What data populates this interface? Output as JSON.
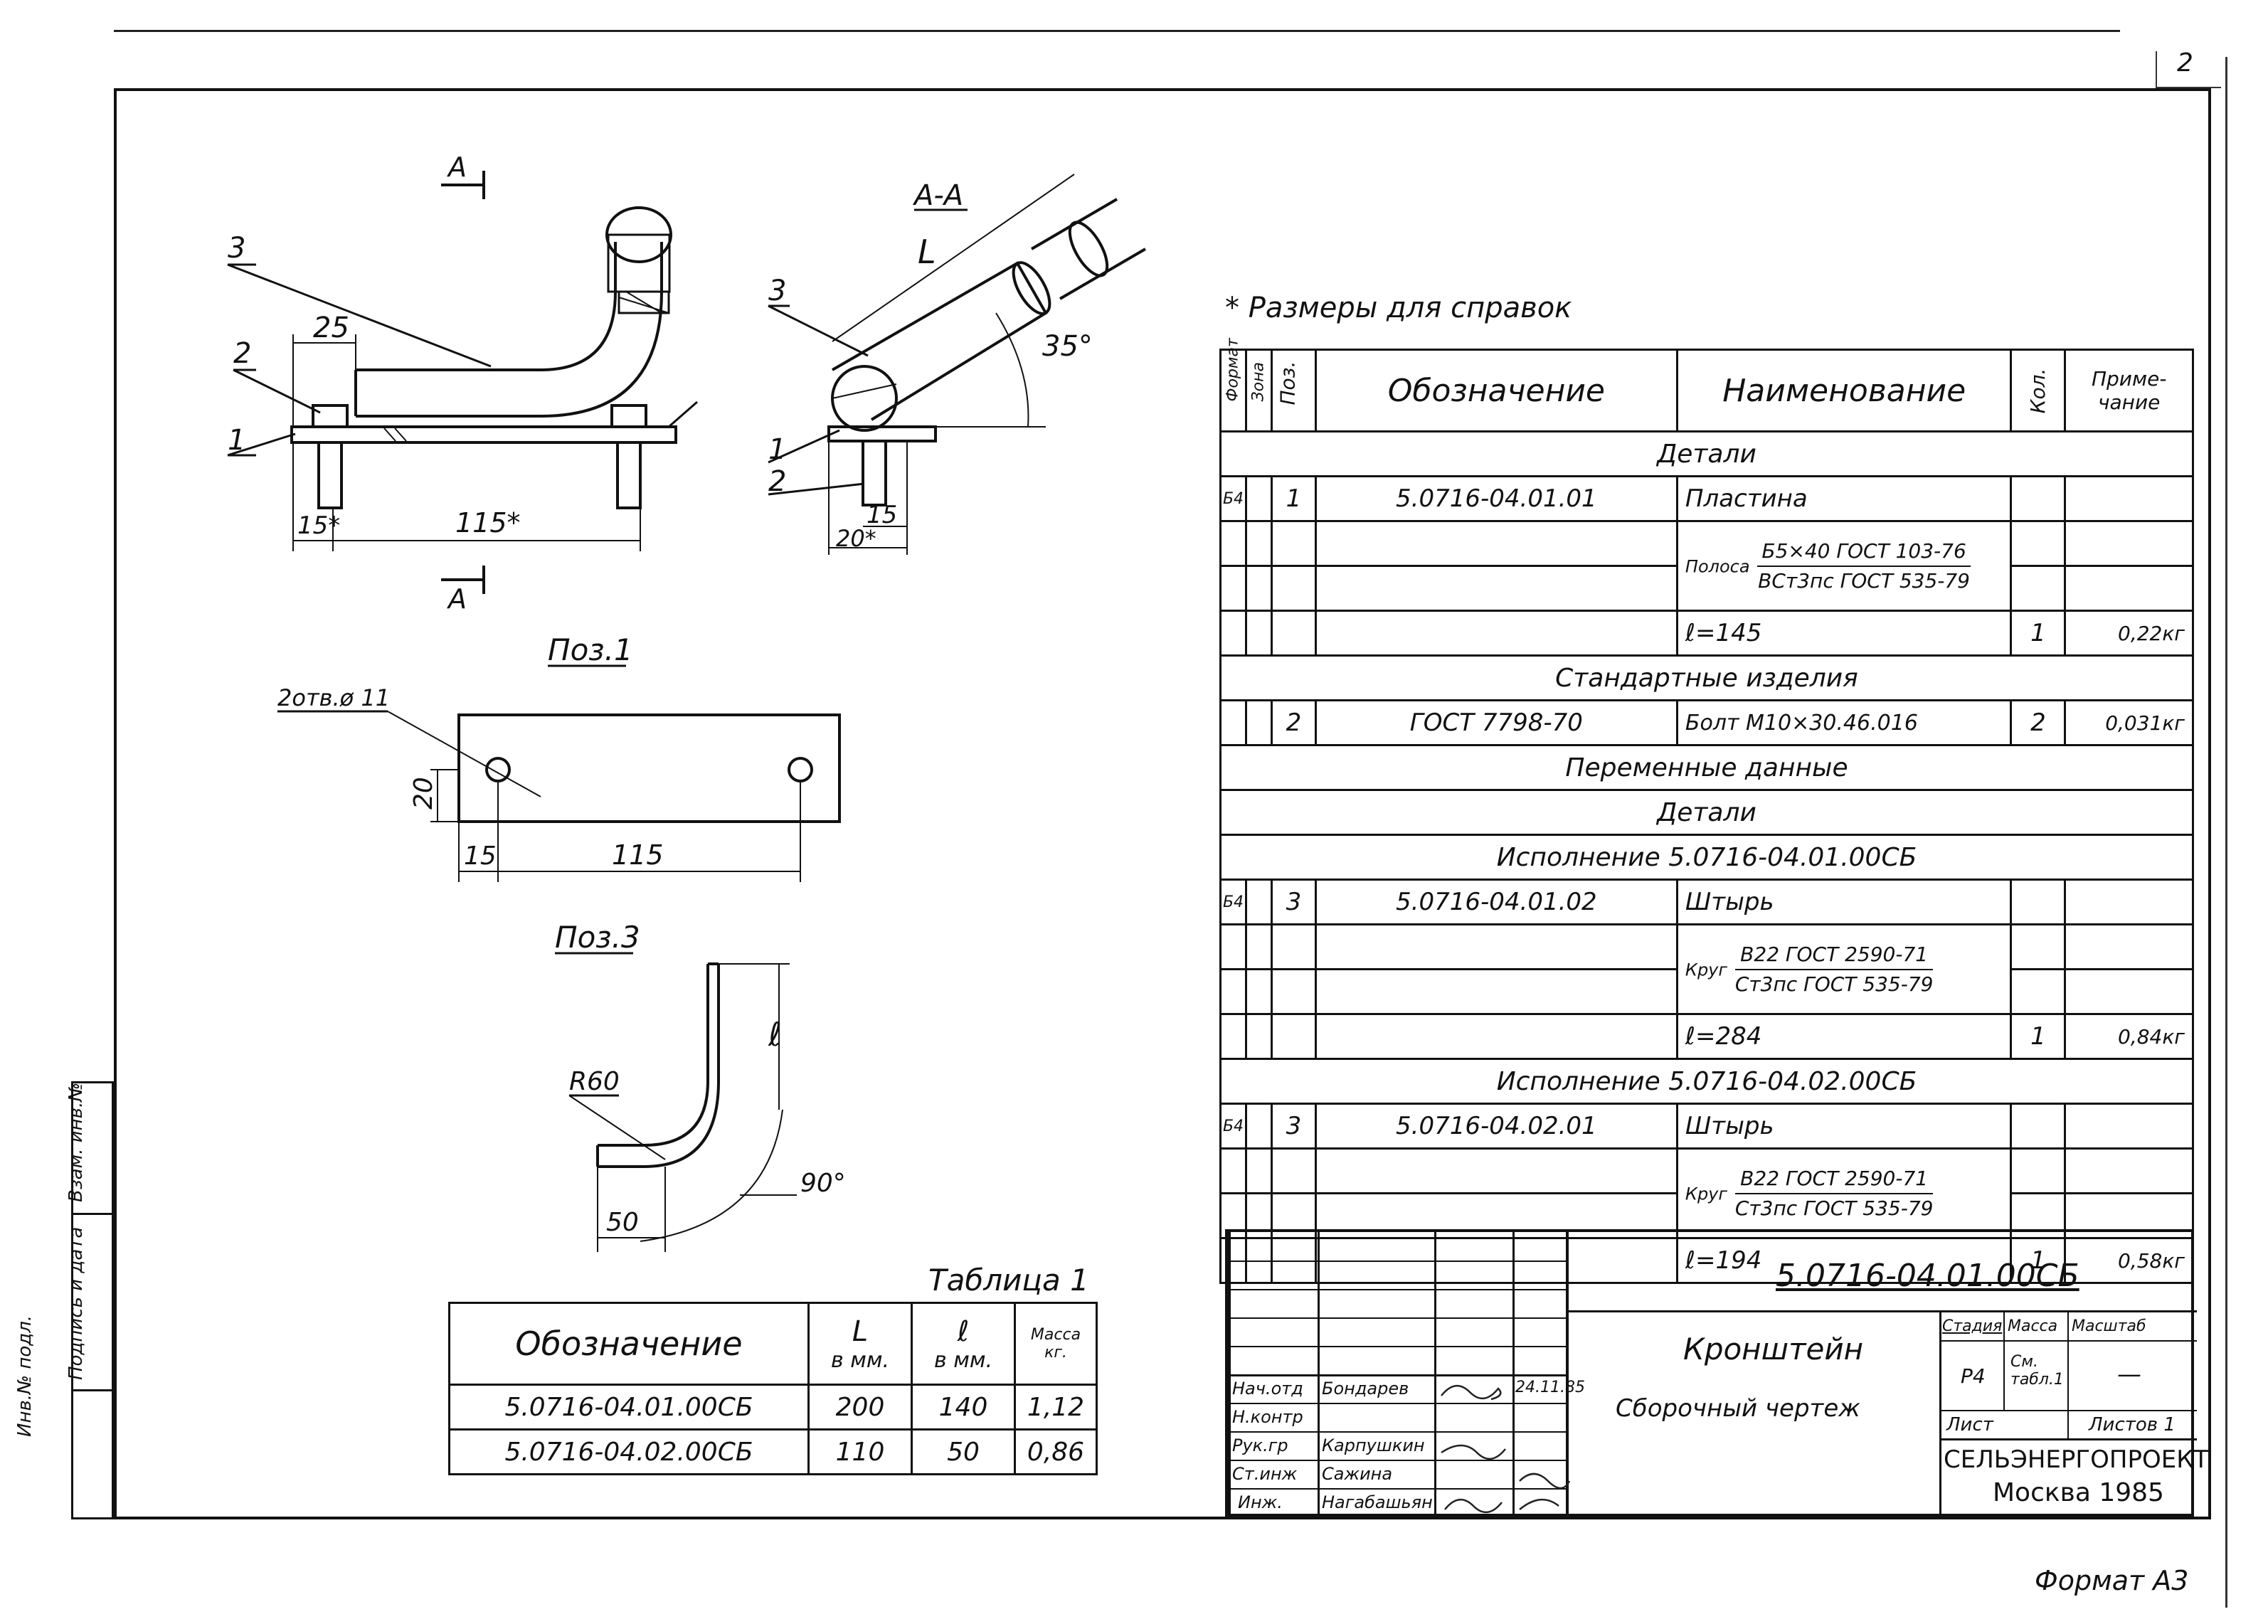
{
  "page_number": "2",
  "format_label": "Формат А3",
  "note": "* Размеры для справок",
  "side_stamp": {
    "cells": [
      "Инв.№ подл.",
      "Подпись и дата",
      "Взам. инв.№"
    ]
  },
  "drawing": {
    "section_marker": "А",
    "section_label": "А-А",
    "dims_main": {
      "d25": "25",
      "d15s": "15*",
      "d115s": "115*",
      "pos1": "1",
      "pos2": "2",
      "pos3": "3"
    },
    "dims_section": {
      "L": "L",
      "angle": "35°",
      "d15": "15",
      "d20s": "20*",
      "pos1": "1",
      "pos2": "2",
      "pos3": "3"
    },
    "pos1_view": {
      "title": "Поз.1",
      "holes": "2отв.ø 11",
      "d20": "20",
      "d15": "15",
      "d115": "115"
    },
    "pos3_view": {
      "title": "Поз.3",
      "radius": "R60",
      "l": "ℓ",
      "angle": "90°",
      "d50": "50"
    }
  },
  "table1": {
    "caption": "Таблица 1",
    "headers": {
      "designation": "Обозначение",
      "L": "L",
      "L_unit": "в мм.",
      "l": "ℓ",
      "l_unit": "в мм.",
      "mass": "Масса",
      "mass_unit": "кг."
    },
    "rows": [
      {
        "designation": "5.0716-04.01.00СБ",
        "L": "200",
        "l": "140",
        "mass": "1,12"
      },
      {
        "designation": "5.0716-04.02.00СБ",
        "L": "110",
        "l": "50",
        "mass": "0,86"
      }
    ]
  },
  "spec": {
    "headers": {
      "format": "Формат",
      "zone": "Зона",
      "pos": "Поз.",
      "designation": "Обозначение",
      "name": "Наименование",
      "qty": "Кол.",
      "note": "Приме-чание"
    },
    "sec_details": "Детали",
    "r1": {
      "format": "Б4",
      "pos": "1",
      "designation": "5.0716-04.01.01",
      "name": "Пластина"
    },
    "r1_mat_top": "Б5×40 ГОСТ 103-76",
    "r1_mat_label": "Полоса",
    "r1_mat_bottom": "ВСт3пс ГОСТ 535-79",
    "r1_len": {
      "name": "ℓ=145",
      "qty": "1",
      "note": "0,22кг"
    },
    "sec_standard": "Стандартные изделия",
    "r2": {
      "pos": "2",
      "designation": "ГОСТ 7798-70",
      "name": "Болт М10×30.46.016",
      "qty": "2",
      "note": "0,031кг"
    },
    "sec_variable": "Переменные данные",
    "sec_details2": "Детали",
    "sec_var1": "Исполнение 5.0716-04.01.00СБ",
    "r3": {
      "format": "Б4",
      "pos": "3",
      "designation": "5.0716-04.01.02",
      "name": "Штырь"
    },
    "r3_mat_top": "В22 ГОСТ 2590-71",
    "r3_mat_label": "Круг",
    "r3_mat_bottom": "Ст3пс ГОСТ 535-79",
    "r3_len": {
      "name": "ℓ=284",
      "qty": "1",
      "note": "0,84кг"
    },
    "sec_var2": "Исполнение 5.0716-04.02.00СБ",
    "r4": {
      "format": "Б4",
      "pos": "3",
      "designation": "5.0716-04.02.01",
      "name": "Штырь"
    },
    "r4_mat_top": "В22 ГОСТ 2590-71",
    "r4_mat_label": "Круг",
    "r4_mat_bottom": "Ст3пс ГОСТ 535-79",
    "r4_len": {
      "name": "ℓ=194",
      "qty": "1",
      "note": "0,58кг"
    }
  },
  "title_block": {
    "doc_number": "5.0716-04.01.00СБ",
    "title": "Кронштейн",
    "subtitle": "Сборочный чертеж",
    "stage_label": "Стадия",
    "mass_label": "Масса",
    "scale_label": "Масштаб",
    "stage": "Р4",
    "mass": "См. табл.1",
    "scale": "—",
    "sheet_label": "Лист",
    "sheets_label": "Листов 1",
    "org": "СЕЛЬЭНЕРГОПРОЕКТ",
    "city_year": "Москва 1985",
    "signatures": [
      {
        "role": "Нач.отд",
        "name": "Бондарев",
        "date": "24.11.85"
      },
      {
        "role": "Н.контр",
        "name": "",
        "date": ""
      },
      {
        "role": "Рук.гр",
        "name": "Карпушкин",
        "date": ""
      },
      {
        "role": "Ст.инж",
        "name": "Сажина",
        "date": ""
      },
      {
        "role": "Инж.",
        "name": "Нагабашьян",
        "date": ""
      }
    ]
  }
}
